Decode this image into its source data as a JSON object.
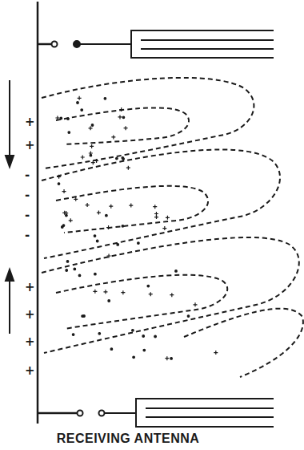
{
  "diagram": {
    "caption": "RECEIVING ANTENNA",
    "labels": [
      "+",
      "+",
      "-",
      "-",
      "-",
      "-",
      "+",
      "+",
      "+",
      "+"
    ]
  }
}
